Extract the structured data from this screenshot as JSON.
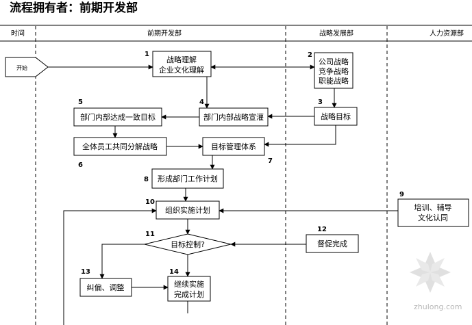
{
  "title": "流程拥有者：前期开发部",
  "lanes": {
    "time": "时间",
    "dev": "前期开发部",
    "strategy": "战略发展部",
    "hr": "人力资源部"
  },
  "start": "开始",
  "steps": {
    "s1": {
      "num": "1",
      "line1": "战略理解",
      "line2": "企业文化理解"
    },
    "s2": {
      "num": "2",
      "line1": "公司战略",
      "line2": "竞争战略",
      "line3": "职能战略"
    },
    "s3": {
      "num": "3",
      "label": "战略目标"
    },
    "s4": {
      "num": "4",
      "label": "部门内部战略宣灌"
    },
    "s5": {
      "num": "5",
      "label": "部门内部达成一致目标"
    },
    "s6": {
      "num": "6",
      "label": "全体员工共同分解战略"
    },
    "s7": {
      "num": "7",
      "label": "目标管理体系"
    },
    "s8": {
      "num": "8",
      "label": "形成部门工作计划"
    },
    "s9": {
      "num": "9",
      "line1": "培训、辅导",
      "line2": "文化认同"
    },
    "s10": {
      "num": "10",
      "label": "组织实施计划"
    },
    "s11": {
      "num": "11",
      "label": "目标控制?"
    },
    "s12": {
      "num": "12",
      "label": "督促完成"
    },
    "s13": {
      "num": "13",
      "label": "纠偏、调整"
    },
    "s14": {
      "num": "14",
      "line1": "继续实施",
      "line2": "完成计划"
    }
  },
  "watermark": "zhulong.com"
}
